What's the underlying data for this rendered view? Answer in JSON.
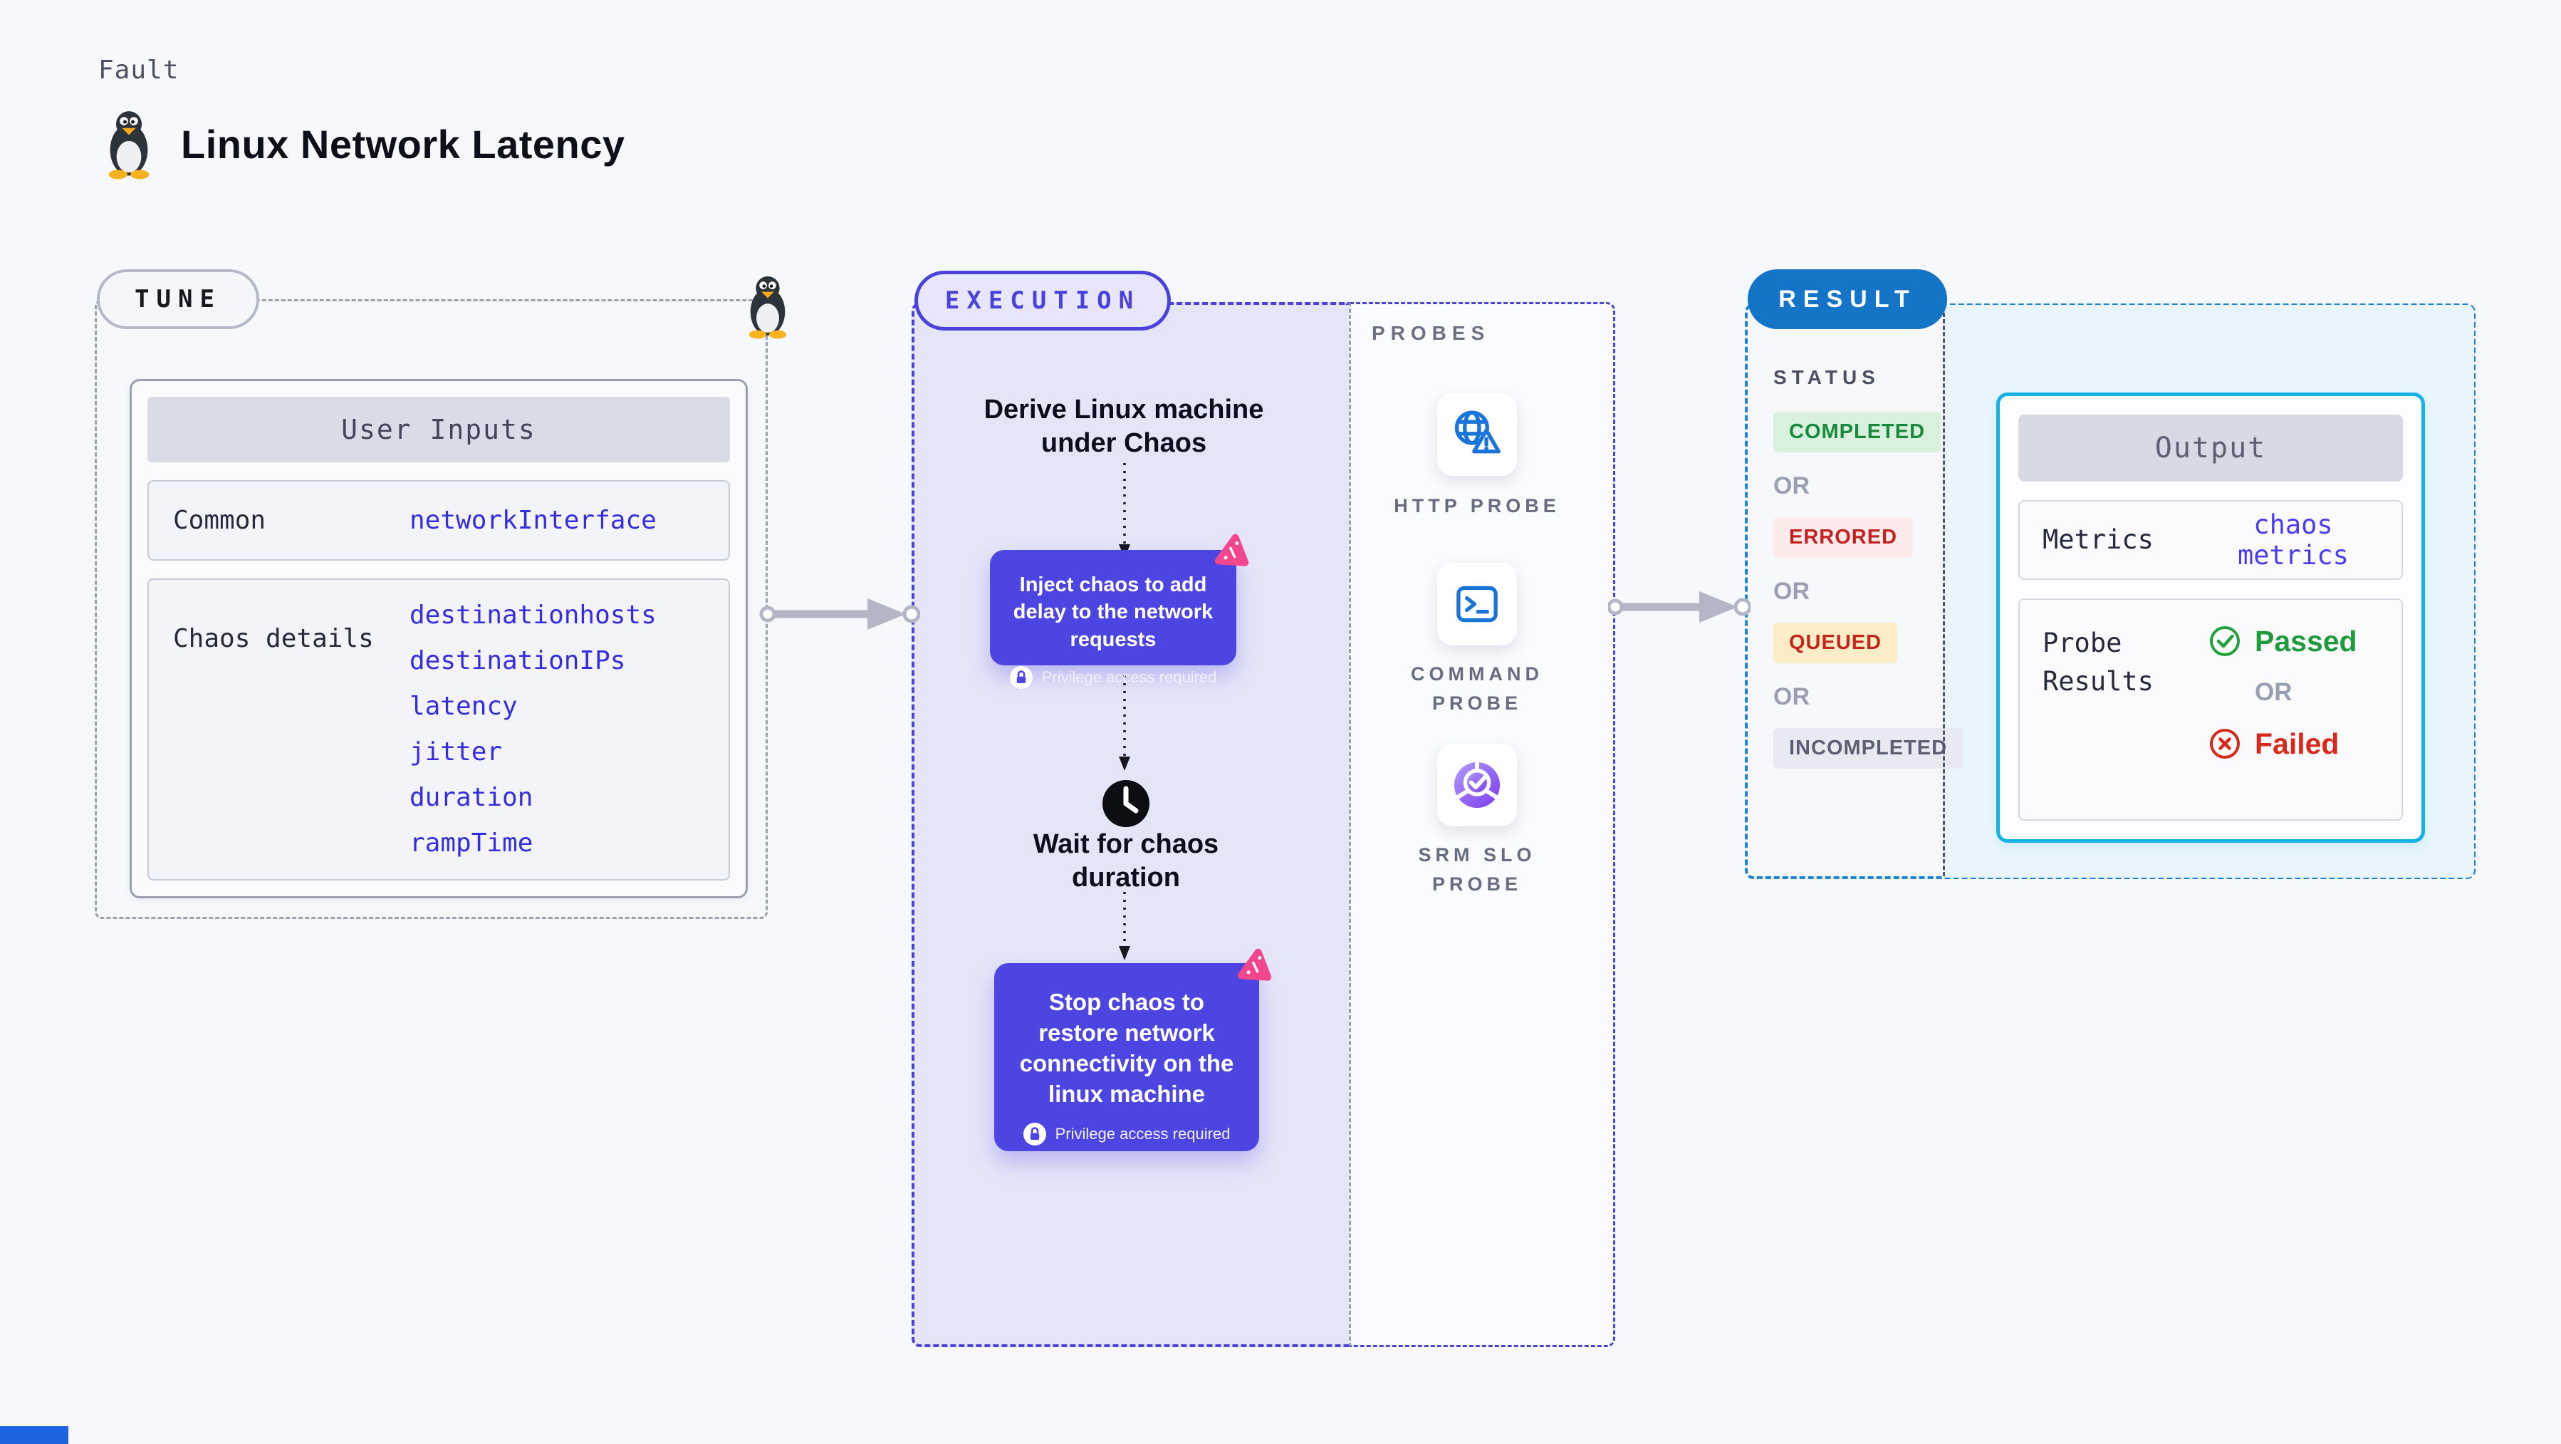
{
  "page": {
    "fault_label": "Fault",
    "title": "Linux Network Latency"
  },
  "tune": {
    "pill": "TUNE",
    "card_title": "User Inputs",
    "rows": [
      {
        "label": "Common",
        "values": [
          "networkInterface"
        ]
      },
      {
        "label": "Chaos details",
        "values": [
          "destinationhosts",
          "destinationIPs",
          "latency",
          "jitter",
          "duration",
          "rampTime"
        ]
      }
    ]
  },
  "execution": {
    "pill": "EXECUTION",
    "derive_step": "Derive Linux machine under Chaos",
    "inject_step": "Inject chaos to add delay to the network requests",
    "wait_step": "Wait for chaos duration",
    "stop_step": "Stop chaos to restore network connectivity on the linux machine",
    "privilege_note": "Privilege access required"
  },
  "probes": {
    "heading": "PROBES",
    "items": [
      {
        "label": "HTTP PROBE",
        "icon": "globe-warning-icon"
      },
      {
        "label": "COMMAND PROBE",
        "icon": "terminal-icon"
      },
      {
        "label": "SRM SLO PROBE",
        "icon": "donut-check-icon"
      }
    ]
  },
  "result": {
    "pill": "RESULT",
    "status_heading": "STATUS",
    "or_label": "OR",
    "statuses": [
      {
        "label": "COMPLETED",
        "bg": "#d9f1dc",
        "color": "#178a3c"
      },
      {
        "label": "ERRORED",
        "bg": "#fcebea",
        "color": "#c32222"
      },
      {
        "label": "QUEUED",
        "bg": "#fbeec6",
        "color": "#c3261d"
      },
      {
        "label": "INCOMPLETED",
        "bg": "#e9eaf1",
        "color": "#5a5f72"
      }
    ],
    "output": {
      "title": "Output",
      "metrics_label": "Metrics",
      "metrics_value": "chaos metrics",
      "probe_results_label": "Probe Results",
      "passed_label": "Passed",
      "failed_label": "Failed"
    }
  },
  "colors": {
    "accent_indigo": "#4a42da",
    "node_indigo": "#4d45e2",
    "accent_blue": "#1474c8",
    "result_dash_blue": "#1e82d6",
    "accent_cyan": "#15b1e9",
    "chaos_pink": "#f2478f",
    "probe_blue": "#1a73d6",
    "lavender_bg": "#e5e5f8",
    "cyan_bg": "#e8f5fc"
  }
}
